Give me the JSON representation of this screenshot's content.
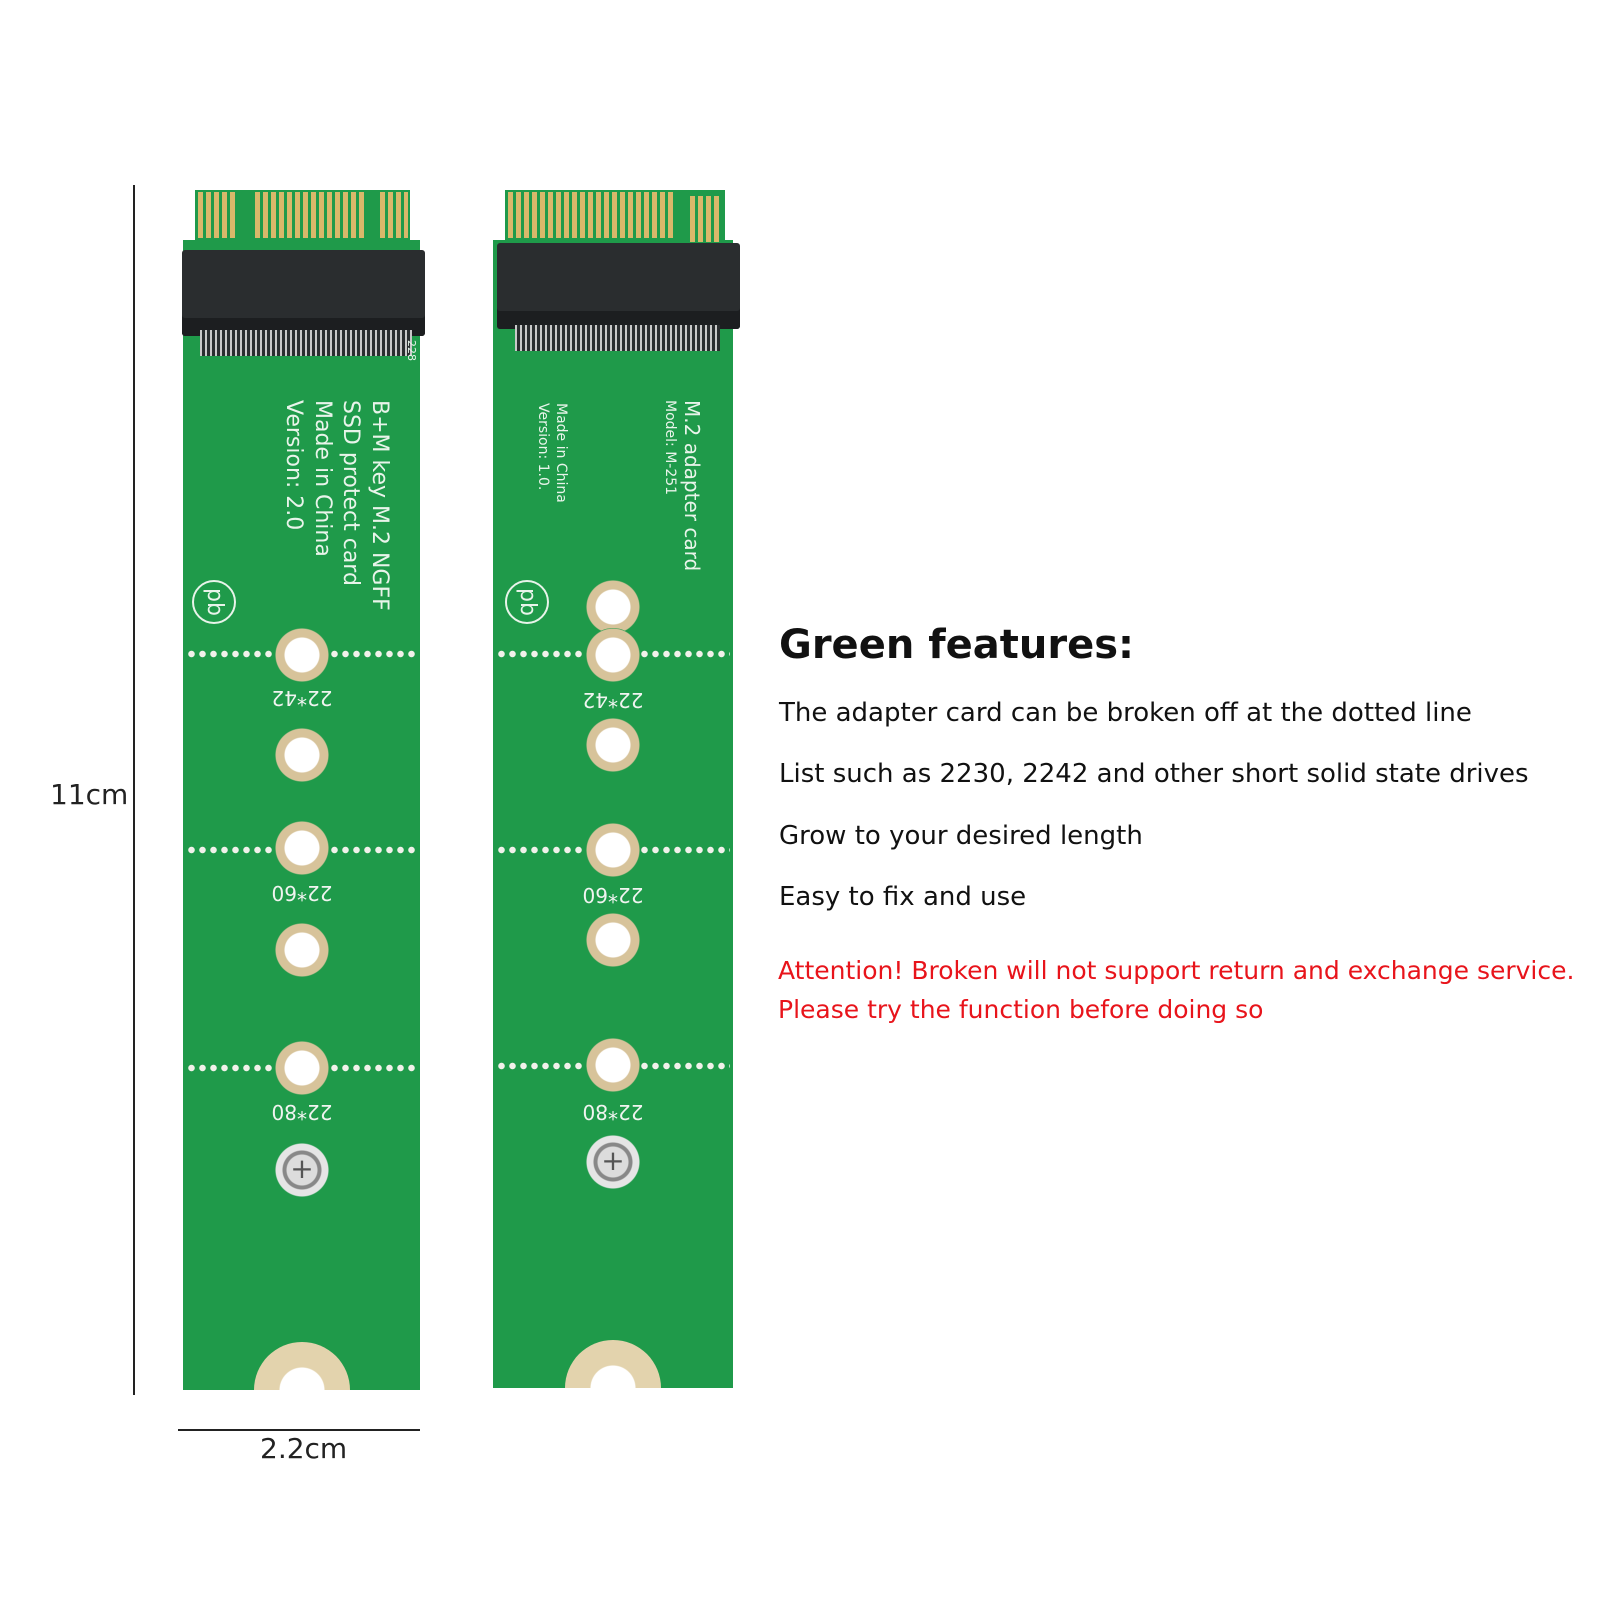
{
  "dimensions": {
    "height": "11cm",
    "width": "2.2cm"
  },
  "card_left": {
    "lines": [
      "B+M key M.2 NGFF",
      "SSD protect card",
      "Made in China",
      "Version: 2.0"
    ],
    "edge_mark": "228",
    "logo": "pb",
    "sizes": [
      "22*42",
      "22*60",
      "22*80"
    ]
  },
  "card_right": {
    "lines_main": [
      "M.2 adapter card",
      "Model: M-251"
    ],
    "lines_minor": [
      "Made in China",
      "Version: 1.0."
    ],
    "logo": "pb",
    "sizes": [
      "22*42",
      "22*60",
      "22*80"
    ]
  },
  "features": {
    "title": "Green features:",
    "items": [
      "The adapter card can be broken off at the dotted line",
      "List such as 2230, 2242 and other short solid state drives",
      "Grow to your desired length",
      "Easy to fix and use"
    ],
    "warning": [
      "Attention! Broken will not support return and exchange service.",
      "Please try the function before doing so"
    ],
    "warning_color": "#e8141b"
  }
}
